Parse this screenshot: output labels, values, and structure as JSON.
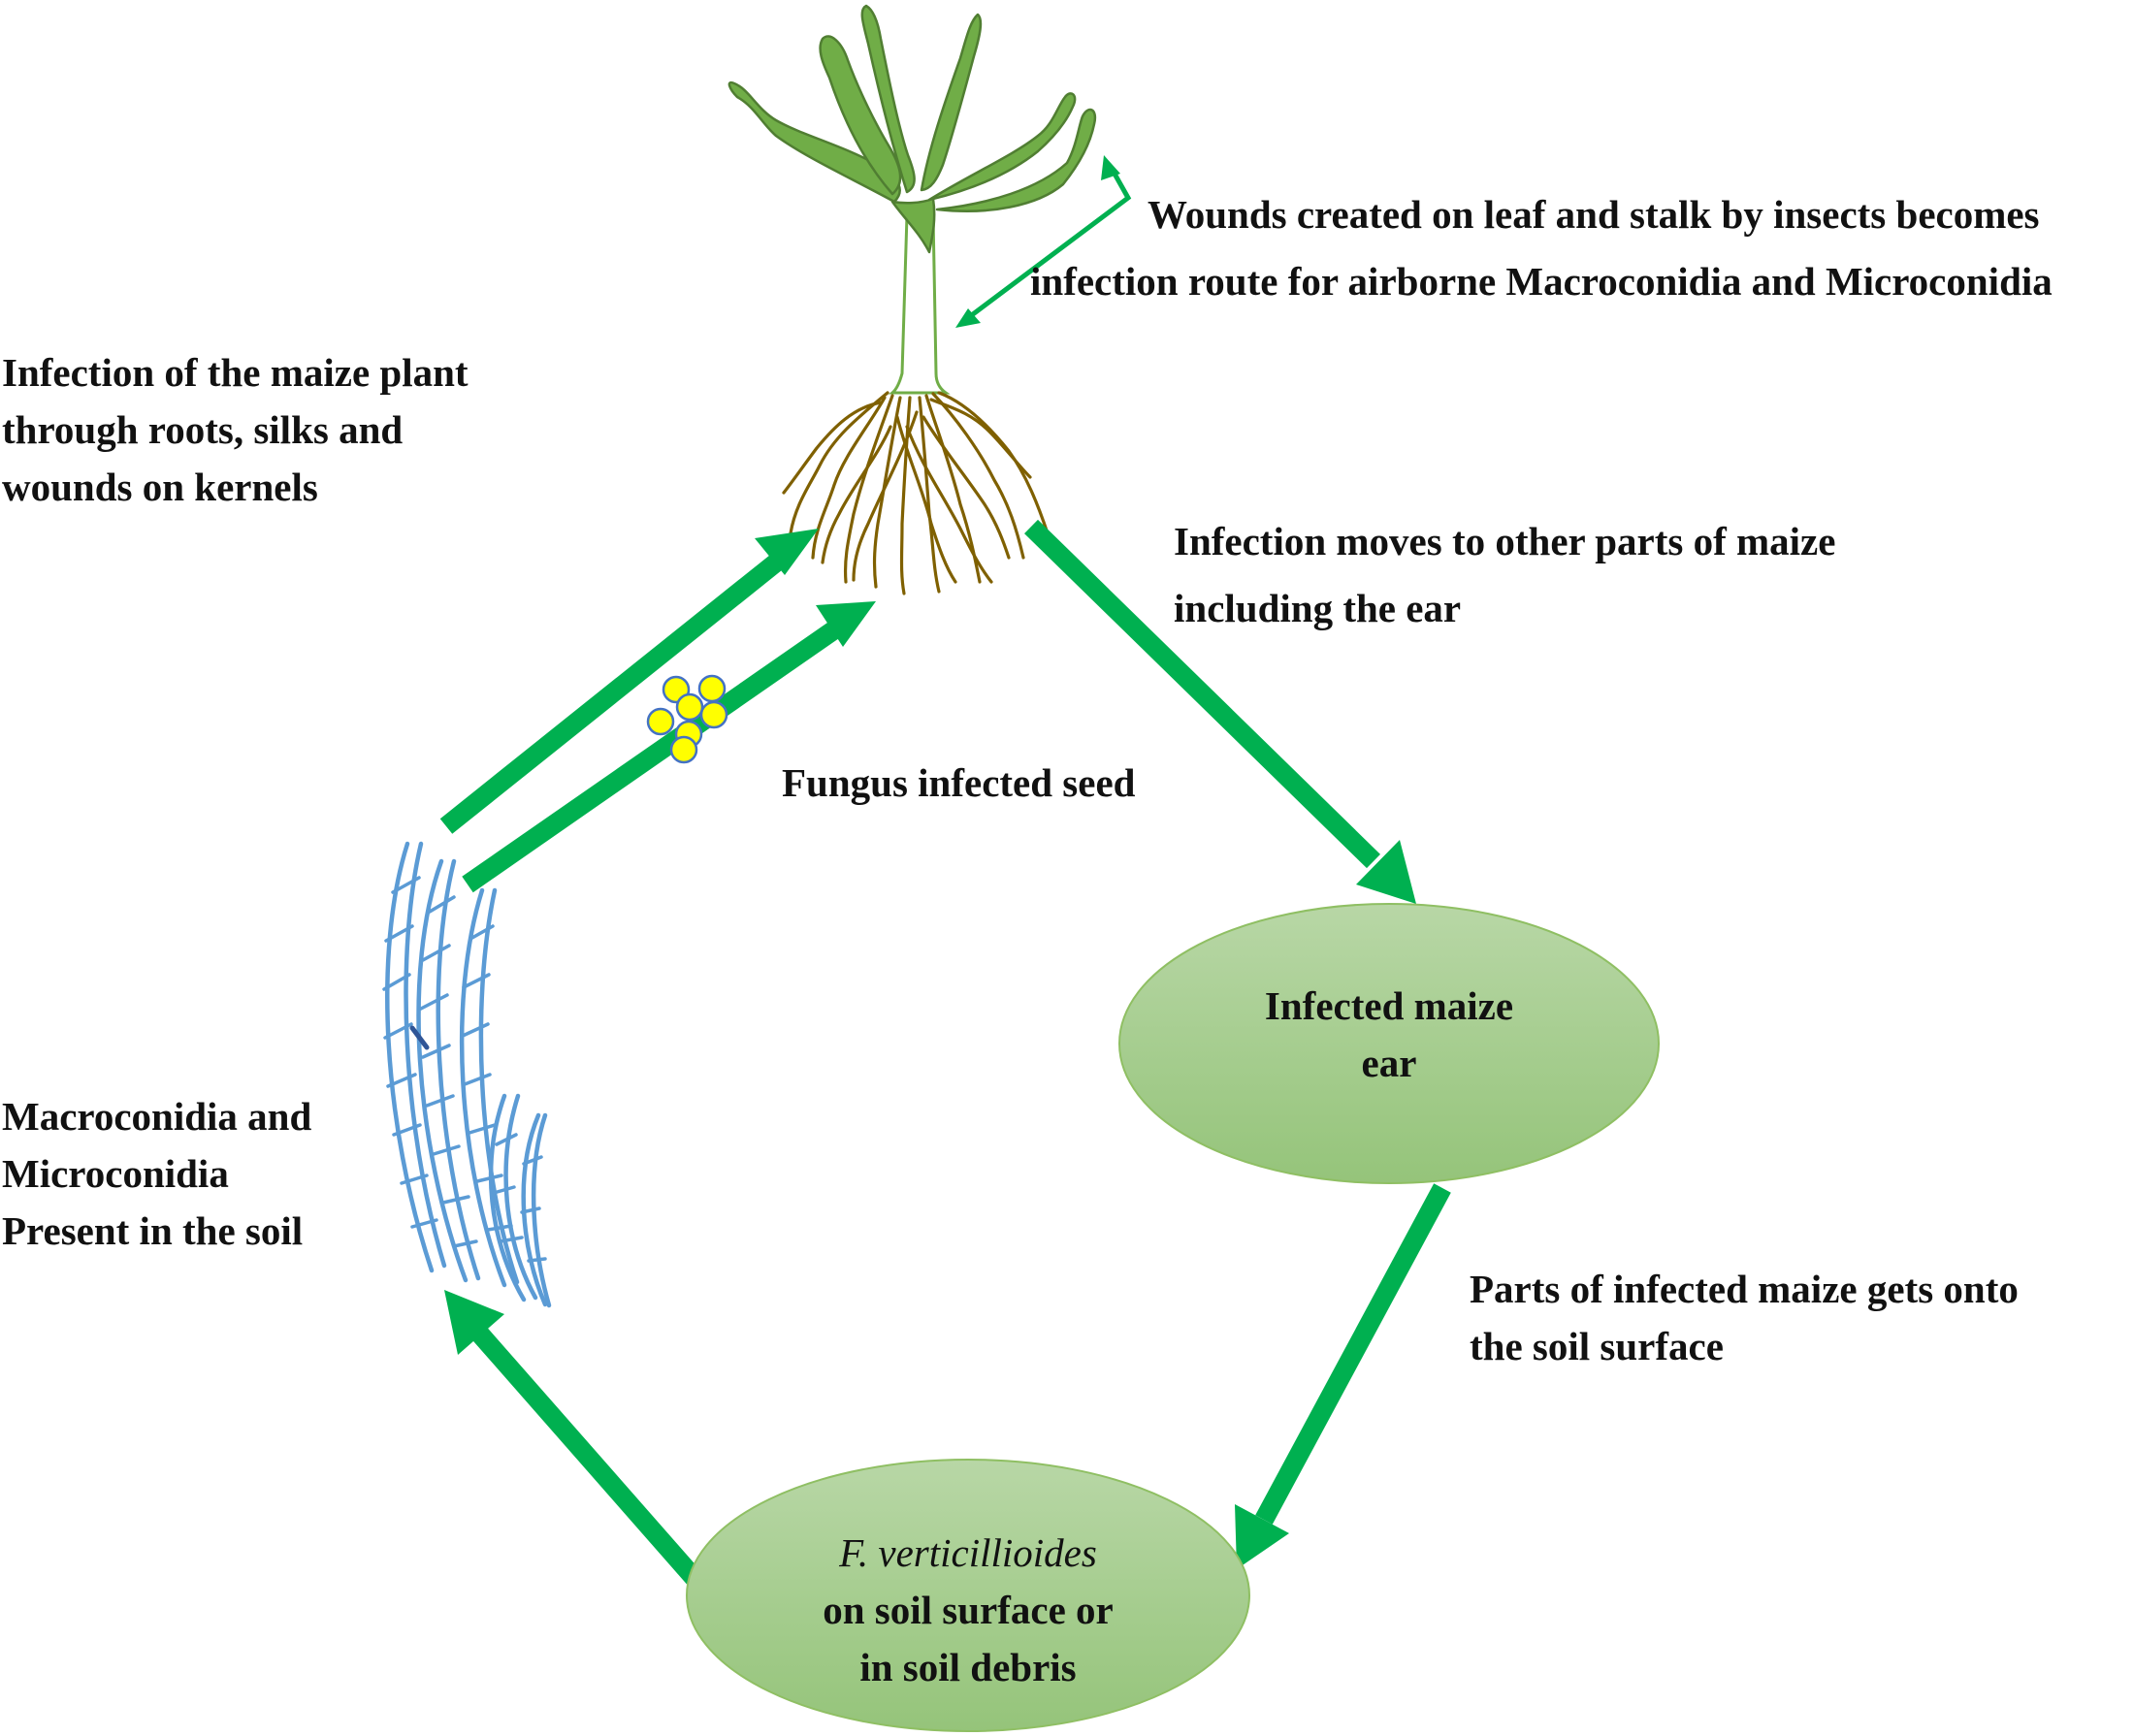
{
  "colors": {
    "arrow": "#00b050",
    "ellipse_fill_top": "#b8d7a6",
    "ellipse_fill_bottom": "#95c47a",
    "ellipse_stroke": "#8fbf63",
    "leaf": "#70ad47",
    "leaf_stroke": "#507e32",
    "root": "#7f6000",
    "conidia": "#5b9bd5",
    "seed_fill": "#ffff00",
    "seed_stroke": "#4472c4",
    "text": "#111111"
  },
  "icons": {
    "plant": "maize-plant-icon",
    "roots": "roots-icon",
    "seeds": "seed-cluster-icon",
    "conidia": "conidia-icon"
  },
  "labels": {
    "wounds": {
      "line1": "Wounds created on leaf and stalk by insects becomes",
      "line2": "infection route for airborne Macroconidia and Microconidia"
    },
    "infection_plant": {
      "line1": "Infection of the maize plant",
      "line2": "through roots, silks and",
      "line3": "wounds on kernels"
    },
    "infection_moves": {
      "line1": "Infection moves to other parts of maize",
      "line2": "including the ear"
    },
    "fungus_seed": "Fungus infected seed",
    "soil_conidia": {
      "line1": "Macroconidia and",
      "line2": "Microconidia",
      "line3": "Present in the soil"
    },
    "parts_soil": {
      "line1": "Parts of infected maize gets onto",
      "line2": "the soil surface"
    }
  },
  "nodes": {
    "infected_ear": {
      "line1": "Infected maize",
      "line2": "ear"
    },
    "soil_surface": {
      "line1": "F. verticillioides",
      "line2": "on soil surface or",
      "line3": "in soil debris"
    }
  }
}
